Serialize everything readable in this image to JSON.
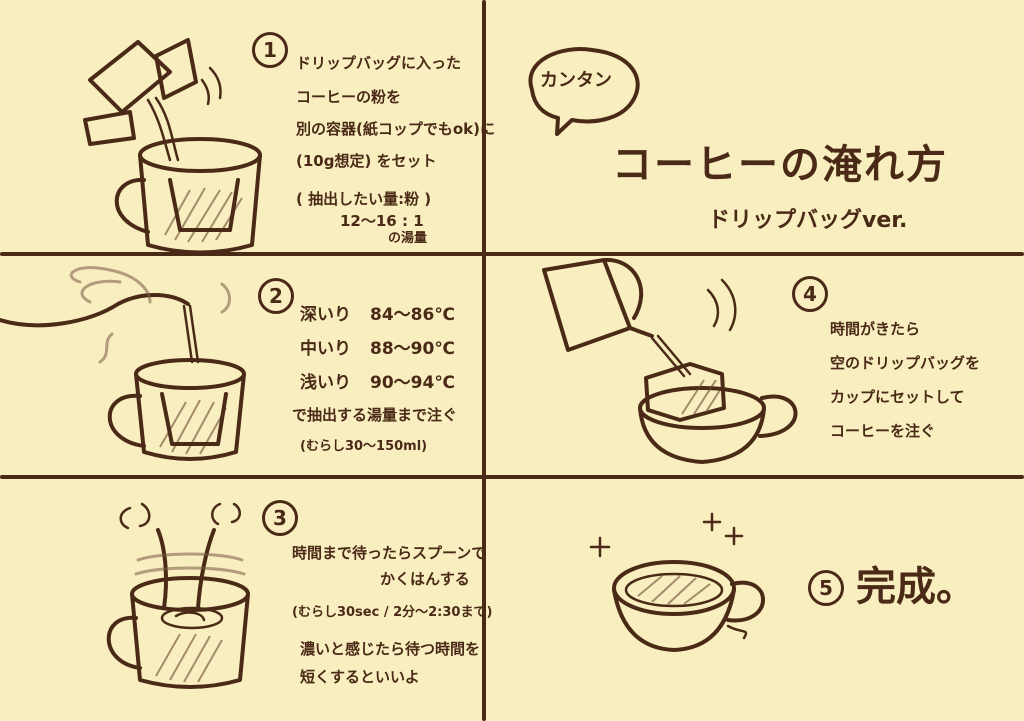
{
  "title": {
    "bubble": "カンタン",
    "main": "コーヒーの淹れ方",
    "sub": "ドリップバッグver."
  },
  "steps": {
    "s1": {
      "num": "1",
      "lines": [
        "ドリップバッグに入った",
        "コーヒーの粉を",
        "別の容器(紙コップでもok)に",
        "(10g想定) をセット"
      ],
      "ratio_line1": "( 抽出したい量:粉 )",
      "ratio_line2": "12〜16 : 1",
      "ratio_line3": "の湯量"
    },
    "s2": {
      "num": "2",
      "rows": [
        {
          "roast": "深いり",
          "temp": "84〜86℃"
        },
        {
          "roast": "中いり",
          "temp": "88〜90℃"
        },
        {
          "roast": "浅いり",
          "temp": "90〜94℃"
        }
      ],
      "line": "で抽出する湯量まで注ぐ",
      "note": "(むらし30〜150ml)"
    },
    "s3": {
      "num": "3",
      "line1": "時間まで待ったらスプーンで",
      "line2": "かくはんする",
      "note": "(むらし30sec / 2分〜2:30まで)",
      "tip1": "濃いと感じたら待つ時間を",
      "tip2": "短くするといいよ"
    },
    "s4": {
      "num": "4",
      "lines": [
        "時間がきたら",
        "空のドリップバッグを",
        "カップにセットして",
        "コーヒーを注ぐ"
      ]
    },
    "s5": {
      "num": "5",
      "text": "完成。"
    }
  }
}
